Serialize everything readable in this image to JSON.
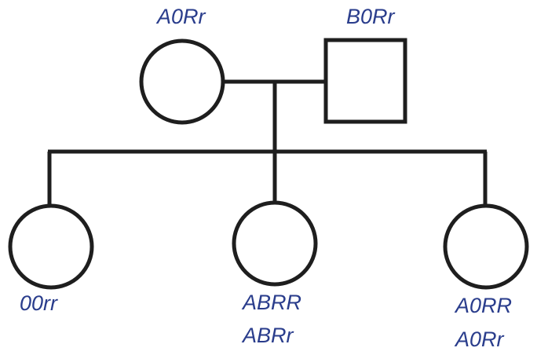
{
  "diagram": {
    "type": "pedigree",
    "stroke_color": "#1e1e1e",
    "label_color": "#2a3d8c",
    "parents": {
      "mother": {
        "shape": "circle",
        "label": "A0Rr"
      },
      "father": {
        "shape": "square",
        "label": "B0Rr"
      }
    },
    "children": [
      {
        "shape": "circle",
        "labels": [
          "00rr"
        ]
      },
      {
        "shape": "circle",
        "labels": [
          "ABRR",
          "ABRr"
        ]
      },
      {
        "shape": "circle",
        "labels": [
          "A0RR",
          "A0Rr"
        ]
      }
    ]
  }
}
